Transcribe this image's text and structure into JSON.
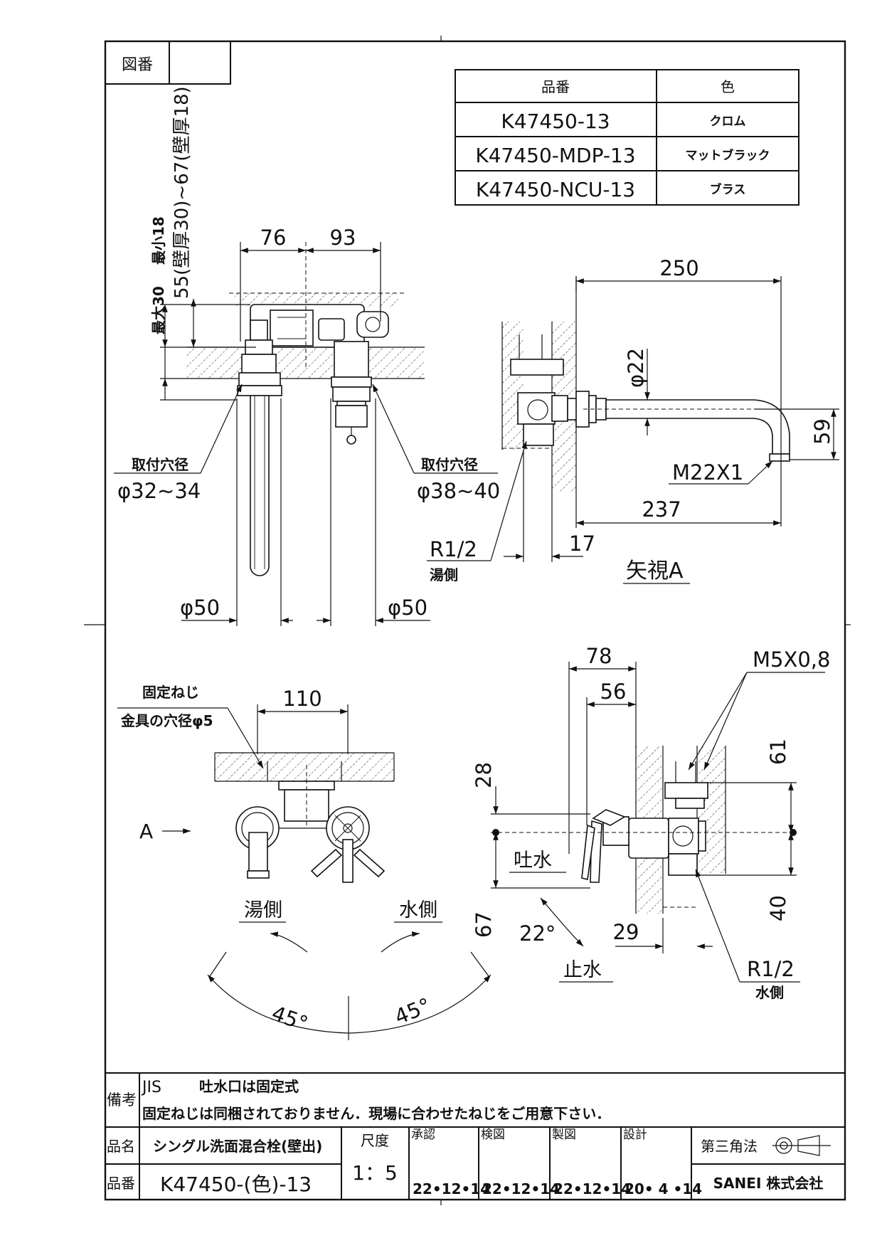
{
  "sheet": {
    "drawing_no_label": "図番",
    "drawing_no_value": ""
  },
  "product_table": {
    "header_code": "品番",
    "header_color": "色",
    "rows": [
      {
        "code": "K47450-13",
        "color": "クロム"
      },
      {
        "code": "K47450-MDP-13",
        "color": "マットブラック"
      },
      {
        "code": "K47450-NCU-13",
        "color": "ブラス"
      }
    ]
  },
  "top_view": {
    "dim_width_left": "76",
    "dim_width_right": "93",
    "dim_max_wall": "最大30",
    "dim_min_wall": "最小18",
    "dim_projection": "55(壁厚30)~67(壁厚18)",
    "mount_hole_label_left": "取付穴径",
    "mount_hole_value_left": "φ32~34",
    "mount_hole_label_right": "取付穴径",
    "mount_hole_value_right": "φ38~40",
    "dia_left": "φ50",
    "dia_right": "φ50"
  },
  "view_a": {
    "dim_reach": "250",
    "dim_pipe_dia": "φ22",
    "dim_height": "59",
    "thread": "M22X1",
    "dim_length": "237",
    "inlet_thread": "R1/2",
    "inlet_side": "湯側",
    "dim_offset": "17",
    "title": "矢視A"
  },
  "front_view": {
    "screw_label_1": "固定ねじ",
    "screw_label_2": "金具の穴径φ5",
    "dim_spacing": "110",
    "arrow_label": "A",
    "hot_side": "湯側",
    "cold_side": "水側",
    "angle_left": "45°",
    "angle_right": "45°"
  },
  "side_view": {
    "dim_78": "78",
    "dim_56": "56",
    "screw_thread": "M5X0,8",
    "dim_61": "61",
    "dim_28": "28",
    "spout_label": "吐水",
    "dim_67": "67",
    "angle": "22°",
    "stop_label": "止水",
    "dim_29": "29",
    "dim_40": "40",
    "inlet_thread": "R1/2",
    "inlet_side": "水側"
  },
  "title_block": {
    "notes_label": "備考",
    "note_jis": "JIS",
    "note_line1": "吐水口は固定式",
    "note_line2": "固定ねじは同梱されておりません．現場に合わせたねじをご用意下さい．",
    "name_label": "品名",
    "name_value": "シングル洗面混合栓(壁出)",
    "scale_label": "尺度",
    "scale_value": "1：5",
    "approved_label": "承認",
    "approved_date": "22•12•14",
    "checked_label": "検図",
    "checked_date": "22•12•14",
    "drawn_label": "製図",
    "drawn_date": "22•12•14",
    "design_label": "設計",
    "design_date": "20• 4 •14",
    "projection_label": "第三角法",
    "company": "SANEI 株式会社",
    "code_label": "品番",
    "code_value": "K47450-(色)-13"
  }
}
